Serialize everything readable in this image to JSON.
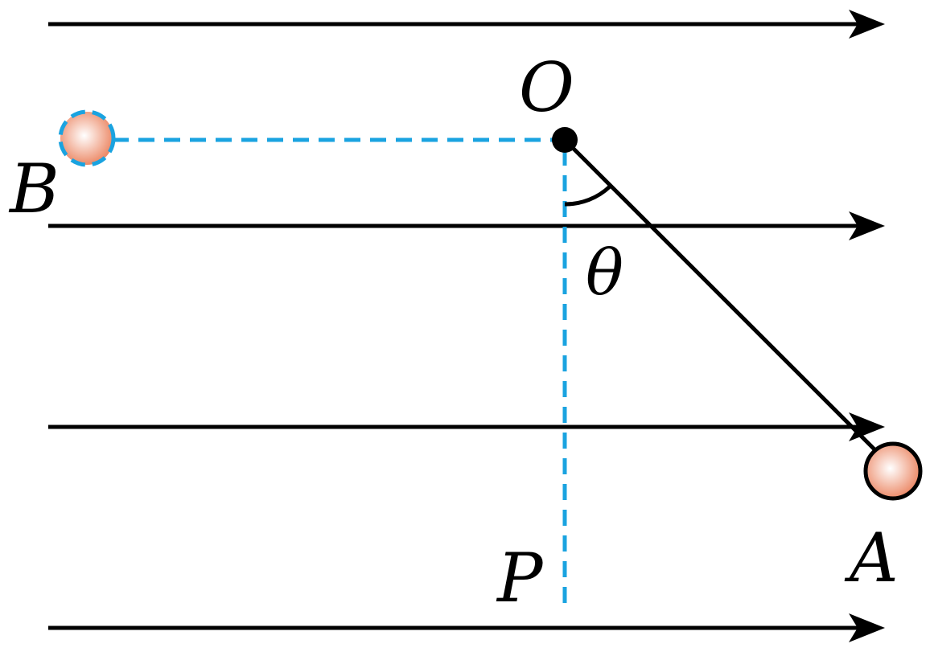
{
  "labels": {
    "pivot": "O",
    "ball_a": "A",
    "ball_b": "B",
    "point_p": "P",
    "angle": "θ"
  },
  "colors": {
    "field_line": "#000000",
    "dashed_guide": "#1aa3e0",
    "ball_fill_edge": "#ec8a68",
    "ball_fill_center": "#ffffff",
    "ball_outline": "#000000",
    "string": "#000000"
  }
}
